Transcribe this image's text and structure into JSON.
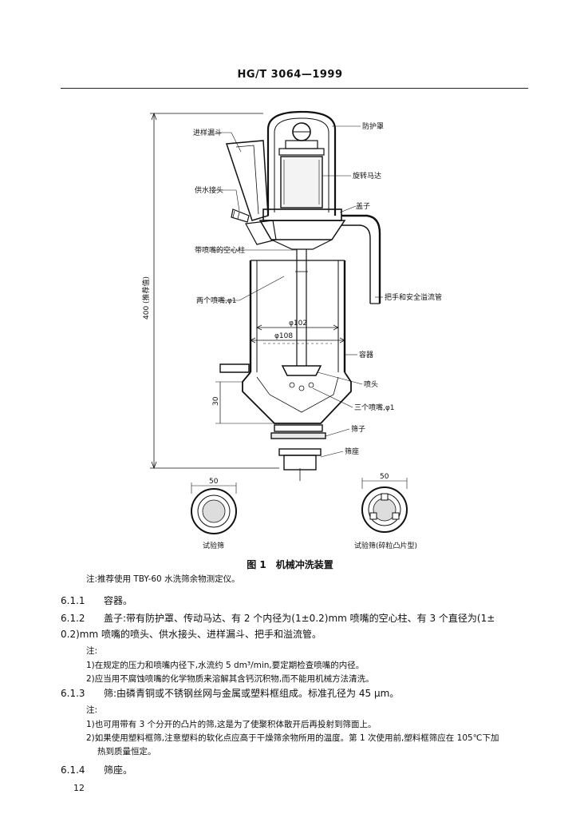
{
  "header": {
    "standard_code": "HG/T  3064—1999"
  },
  "figure": {
    "labels": {
      "feed_funnel": "进样漏斗",
      "guard_cover": "防护罩",
      "rotary_motor": "旋转马达",
      "water_connector": "供水接头",
      "lid": "盖子",
      "hollow_column": "带喷嘴的空心柱",
      "handle_overflow": "把手和安全溢流管",
      "two_nozzles": "两个喷嘴,φ1",
      "dia_102": "φ102",
      "dia_108": "φ108",
      "container": "容器",
      "spray_head": "喷头",
      "three_nozzles": "三个喷嘴,φ1",
      "sieve": "筛子",
      "sieve_base": "筛座",
      "dim_30": "30",
      "height_label": "400 (推荐值)",
      "dim_50_left": "50",
      "dim_50_right": "50",
      "test_sieve": "试验筛",
      "test_sieve_bump": "试验筛(碎粒凸片型)"
    },
    "caption": {
      "number": "图 1",
      "title": "机械冲洗装置"
    },
    "note": "注:推荐使用 TBY-60 水洗筛余物测定仪。"
  },
  "sections": [
    {
      "num": "6.1.1",
      "text": "容器。"
    },
    {
      "num": "6.1.2",
      "text": "盖子:带有防护罩、传动马达、有 2 个内径为(1±0.2)mm 喷嘴的空心柱、有 3 个直径为(1±",
      "cont": "0.2)mm 喷嘴的喷头、供水接头、进样漏斗、把手和溢流管。"
    }
  ],
  "notes_612": {
    "title": "注:",
    "items": [
      "1)在规定的压力和喷嘴内径下,水流约 5 dm³/min,要定期检查喷嘴的内径。",
      "2)应当用不腐蚀喷嘴的化学物质来溶解其含钙沉积物,而不能用机械方法清洗。"
    ]
  },
  "section_613": {
    "num": "6.1.3",
    "text": "筛:由磷青铜或不锈钢丝网与金属或塑料框组成。标准孔径为 45 μm。"
  },
  "notes_613": {
    "title": "注:",
    "items": [
      "1)也可用带有 3 个分开的凸片的筛,这是为了使聚积体散开后再投射到筛面上。",
      "2)如果使用塑料框筛,注意塑料的软化点应高于干燥筛余物所用的温度。第 1 次使用前,塑料框筛应在 105℃下加",
      "热到质量恒定。"
    ]
  },
  "section_614": {
    "num": "6.1.4",
    "text": "筛座。"
  },
  "page_number": "12"
}
